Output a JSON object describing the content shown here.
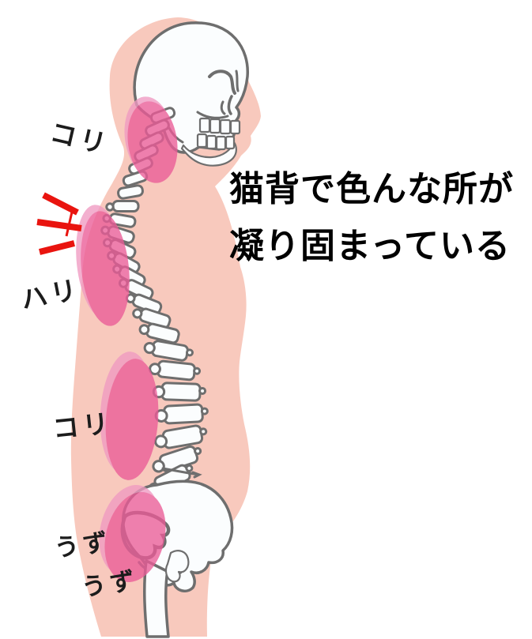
{
  "illustration": {
    "caption": {
      "line1": "猫背で色んな所が",
      "line2": "凝り固まっている"
    },
    "pain_labels": {
      "neck": "コリ",
      "upper_back": "ハリ",
      "lower_back": "コリ",
      "hip_top": "うず",
      "hip_bottom": "うず"
    },
    "icons": {
      "skull": "skull-icon",
      "spine": "spine-icon",
      "pelvis": "pelvis-icon",
      "femur": "femur-icon",
      "pain_spots": "pain-spot-ellipse",
      "emphasis": "red-emphasis-lines"
    },
    "colors": {
      "background": "#ffffff",
      "body_silhouette": "#f8c9bd",
      "pain_main": "#eb5c97",
      "pain_light": "#f09ac2",
      "bone_fill": "#fbfdfe",
      "bone_outline": "#6e6e6e",
      "emphasis_red": "#e9140f",
      "label_text": "#1c1c1c",
      "caption_text": "#000000"
    }
  }
}
